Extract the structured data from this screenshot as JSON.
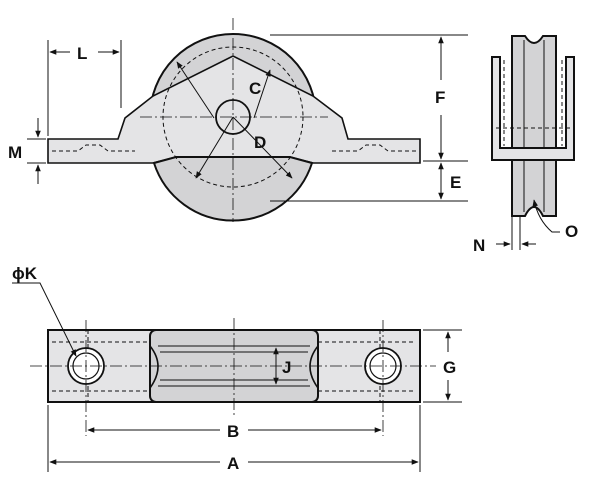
{
  "labels": {
    "L": "L",
    "M": "M",
    "C": "C",
    "D": "D",
    "F": "F",
    "E": "E",
    "O": "O",
    "N": "N",
    "K": "ϕK",
    "J": "J",
    "G": "G",
    "B": "B",
    "A": "A"
  }
}
